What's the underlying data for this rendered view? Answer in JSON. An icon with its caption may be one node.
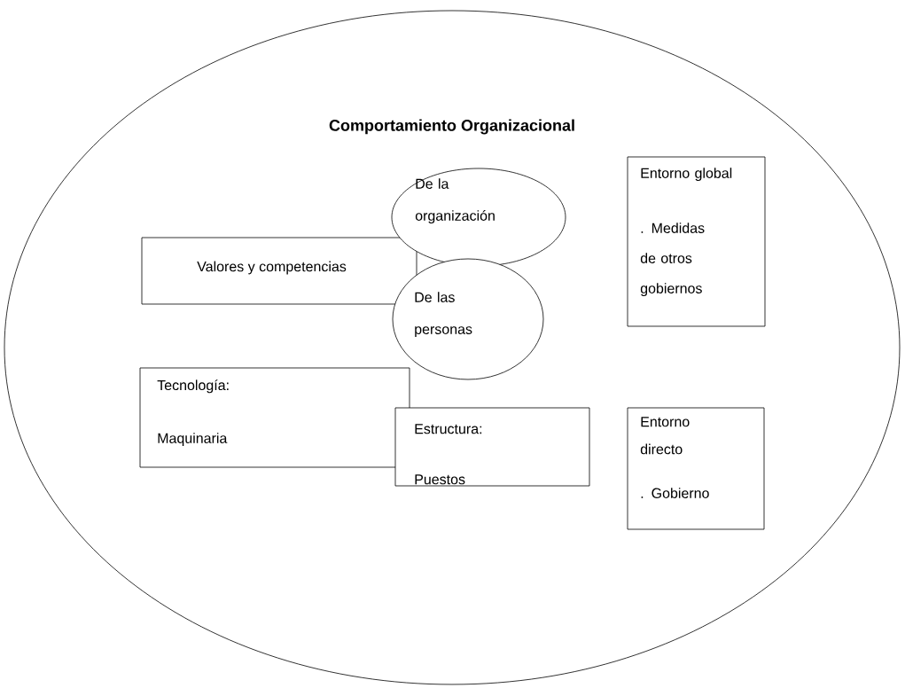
{
  "diagram": {
    "nodes": [
      {
        "text": [
          "Comportamiento Organizacional"
        ]
      },
      {
        "text": [
          "Valores y competencias"
        ],
        "in": 0
      },
      {
        "text": [
          "De la organización"
        ],
        "in": 0
      },
      {
        "text": [
          "De las personas"
        ],
        "in": 0
      },
      {
        "text": [
          "Entorno global",
          ". Medidas de otros gobiernos"
        ],
        "in": 0
      },
      {
        "text": [
          "Tecnología:",
          "Maquinaria"
        ],
        "in": 0
      },
      {
        "text": [
          "Estructura:",
          "Puestos"
        ],
        "in": 0
      },
      {
        "text": [
          "Entorno directo",
          ". Gobierno"
        ],
        "in": 0
      }
    ]
  }
}
